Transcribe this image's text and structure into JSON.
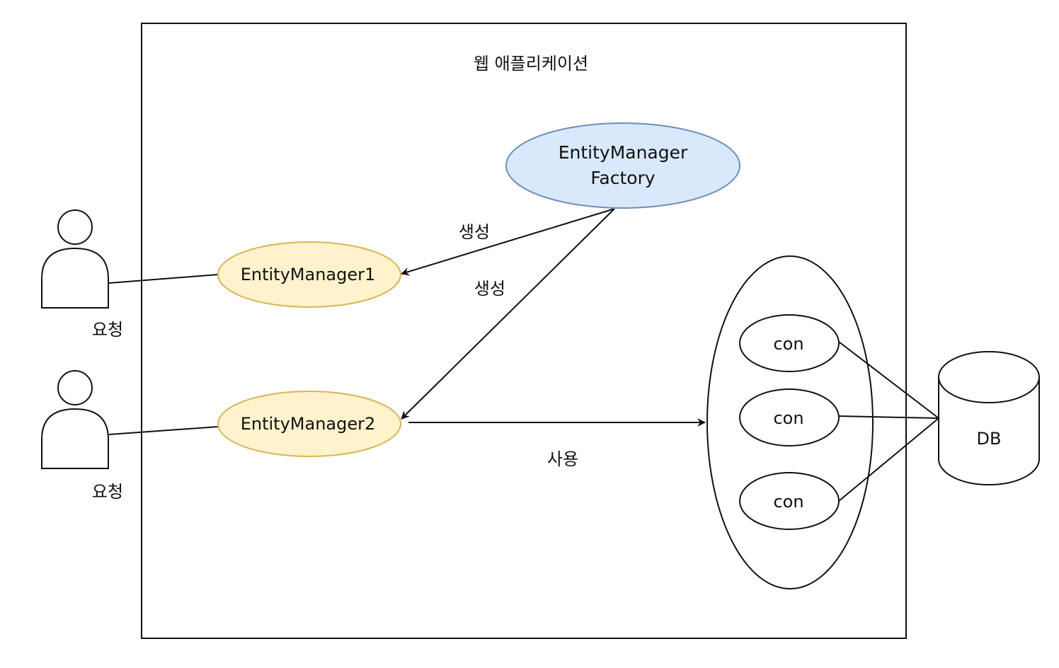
{
  "container": {
    "title": "웹 애플리케이션"
  },
  "factory": {
    "line1": "EntityManager",
    "line2": "Factory"
  },
  "entity_managers": [
    {
      "label": "EntityManager1"
    },
    {
      "label": "EntityManager2"
    }
  ],
  "users": [
    {
      "label": "요청"
    },
    {
      "label": "요청"
    }
  ],
  "edge_labels": {
    "create_1": "생성",
    "create_2": "생성",
    "use": "사용"
  },
  "connection_pool": {
    "connections": [
      {
        "label": "con"
      },
      {
        "label": "con"
      },
      {
        "label": "con"
      }
    ]
  },
  "database": {
    "label": "DB"
  },
  "colors": {
    "factory_fill": "#dae8fc",
    "factory_stroke": "#6c8ebf",
    "manager_fill": "#fff2cc",
    "manager_stroke": "#d6b656",
    "line": "#111111"
  }
}
